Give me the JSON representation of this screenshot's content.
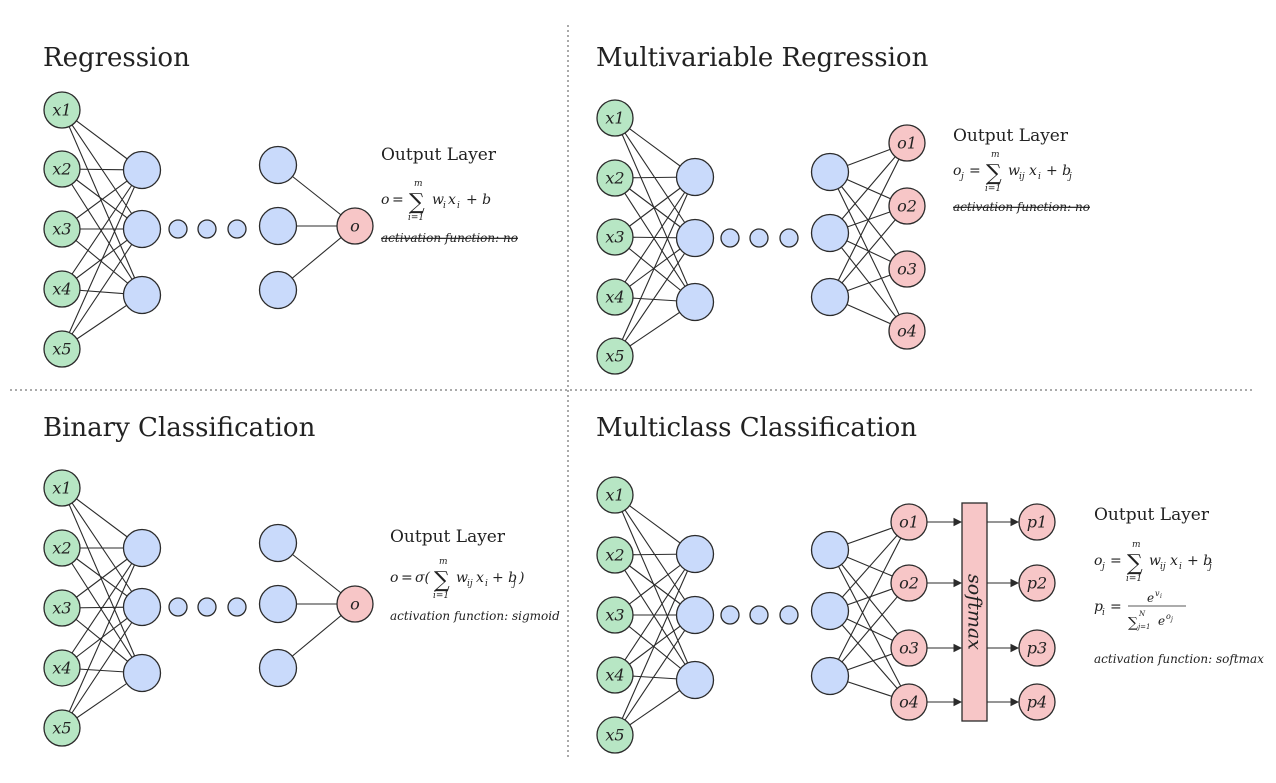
{
  "colors": {
    "input_fill": "#b7e6c4",
    "hidden_fill": "#c9dafb",
    "output_fill": "#f7c6c7",
    "softmax_fill": "#f7c6c7",
    "stroke": "#2b2b2b"
  },
  "panels": {
    "regression": {
      "title": "Regression",
      "inputs": [
        "x1",
        "x2",
        "x3",
        "x4",
        "x5"
      ],
      "outputs": [
        "o"
      ],
      "output_layer": {
        "title": "Output Layer",
        "formula": {
          "lhs": "o",
          "sum_top": "m",
          "sum_bottom": "i=1",
          "term": "w",
          "term_sub": "i",
          "term2": "x",
          "term2_sub": "i",
          "tail": "+ b"
        },
        "activation": "activation function: no"
      }
    },
    "multivariable": {
      "title": "Multivariable Regression",
      "inputs": [
        "x1",
        "x2",
        "x3",
        "x4",
        "x5"
      ],
      "outputs": [
        "o1",
        "o2",
        "o3",
        "o4"
      ],
      "output_layer": {
        "title": "Output Layer",
        "formula": {
          "lhs": "o",
          "lhs_sub": "j",
          "sum_top": "m",
          "sum_bottom": "i=1",
          "term": "w",
          "term_sub": "ij",
          "term2": "x",
          "term2_sub": "i",
          "tail": "+ b",
          "tail_sub": "j"
        },
        "activation": "activation function: no"
      }
    },
    "binary": {
      "title": "Binary Classification",
      "inputs": [
        "x1",
        "x2",
        "x3",
        "x4",
        "x5"
      ],
      "outputs": [
        "o"
      ],
      "output_layer": {
        "title": "Output Layer",
        "formula": {
          "lhs": "o",
          "fn": "σ(",
          "sum_top": "m",
          "sum_bottom": "i=1",
          "term": "w",
          "term_sub": "ij",
          "term2": "x",
          "term2_sub": "i",
          "tail": "+ b",
          "tail_sub": "j",
          "close": ")"
        },
        "activation": "activation function: sigmoid"
      }
    },
    "multiclass": {
      "title": "Multiclass Classification",
      "inputs": [
        "x1",
        "x2",
        "x3",
        "x4",
        "x5"
      ],
      "outputs": [
        "o1",
        "o2",
        "o3",
        "o4"
      ],
      "probs": [
        "p1",
        "p2",
        "p3",
        "p4"
      ],
      "softmax": "softmax",
      "output_layer": {
        "title": "Output Layer",
        "formula": {
          "lhs": "o",
          "lhs_sub": "j",
          "sum_top": "m",
          "sum_bottom": "i=1",
          "term": "w",
          "term_sub": "ij",
          "term2": "x",
          "term2_sub": "i",
          "tail": "+ b",
          "tail_sub": "j"
        },
        "formula2": {
          "lhs": "p",
          "lhs_sub": "i",
          "num": "e",
          "num_sup": "v",
          "num_sup_sub": "i",
          "den_sum_top": "N",
          "den_sum_bottom": "j=1",
          "den": "e",
          "den_sup": "o",
          "den_sup_sub": "j"
        },
        "activation": "activation function: softmax"
      }
    }
  }
}
